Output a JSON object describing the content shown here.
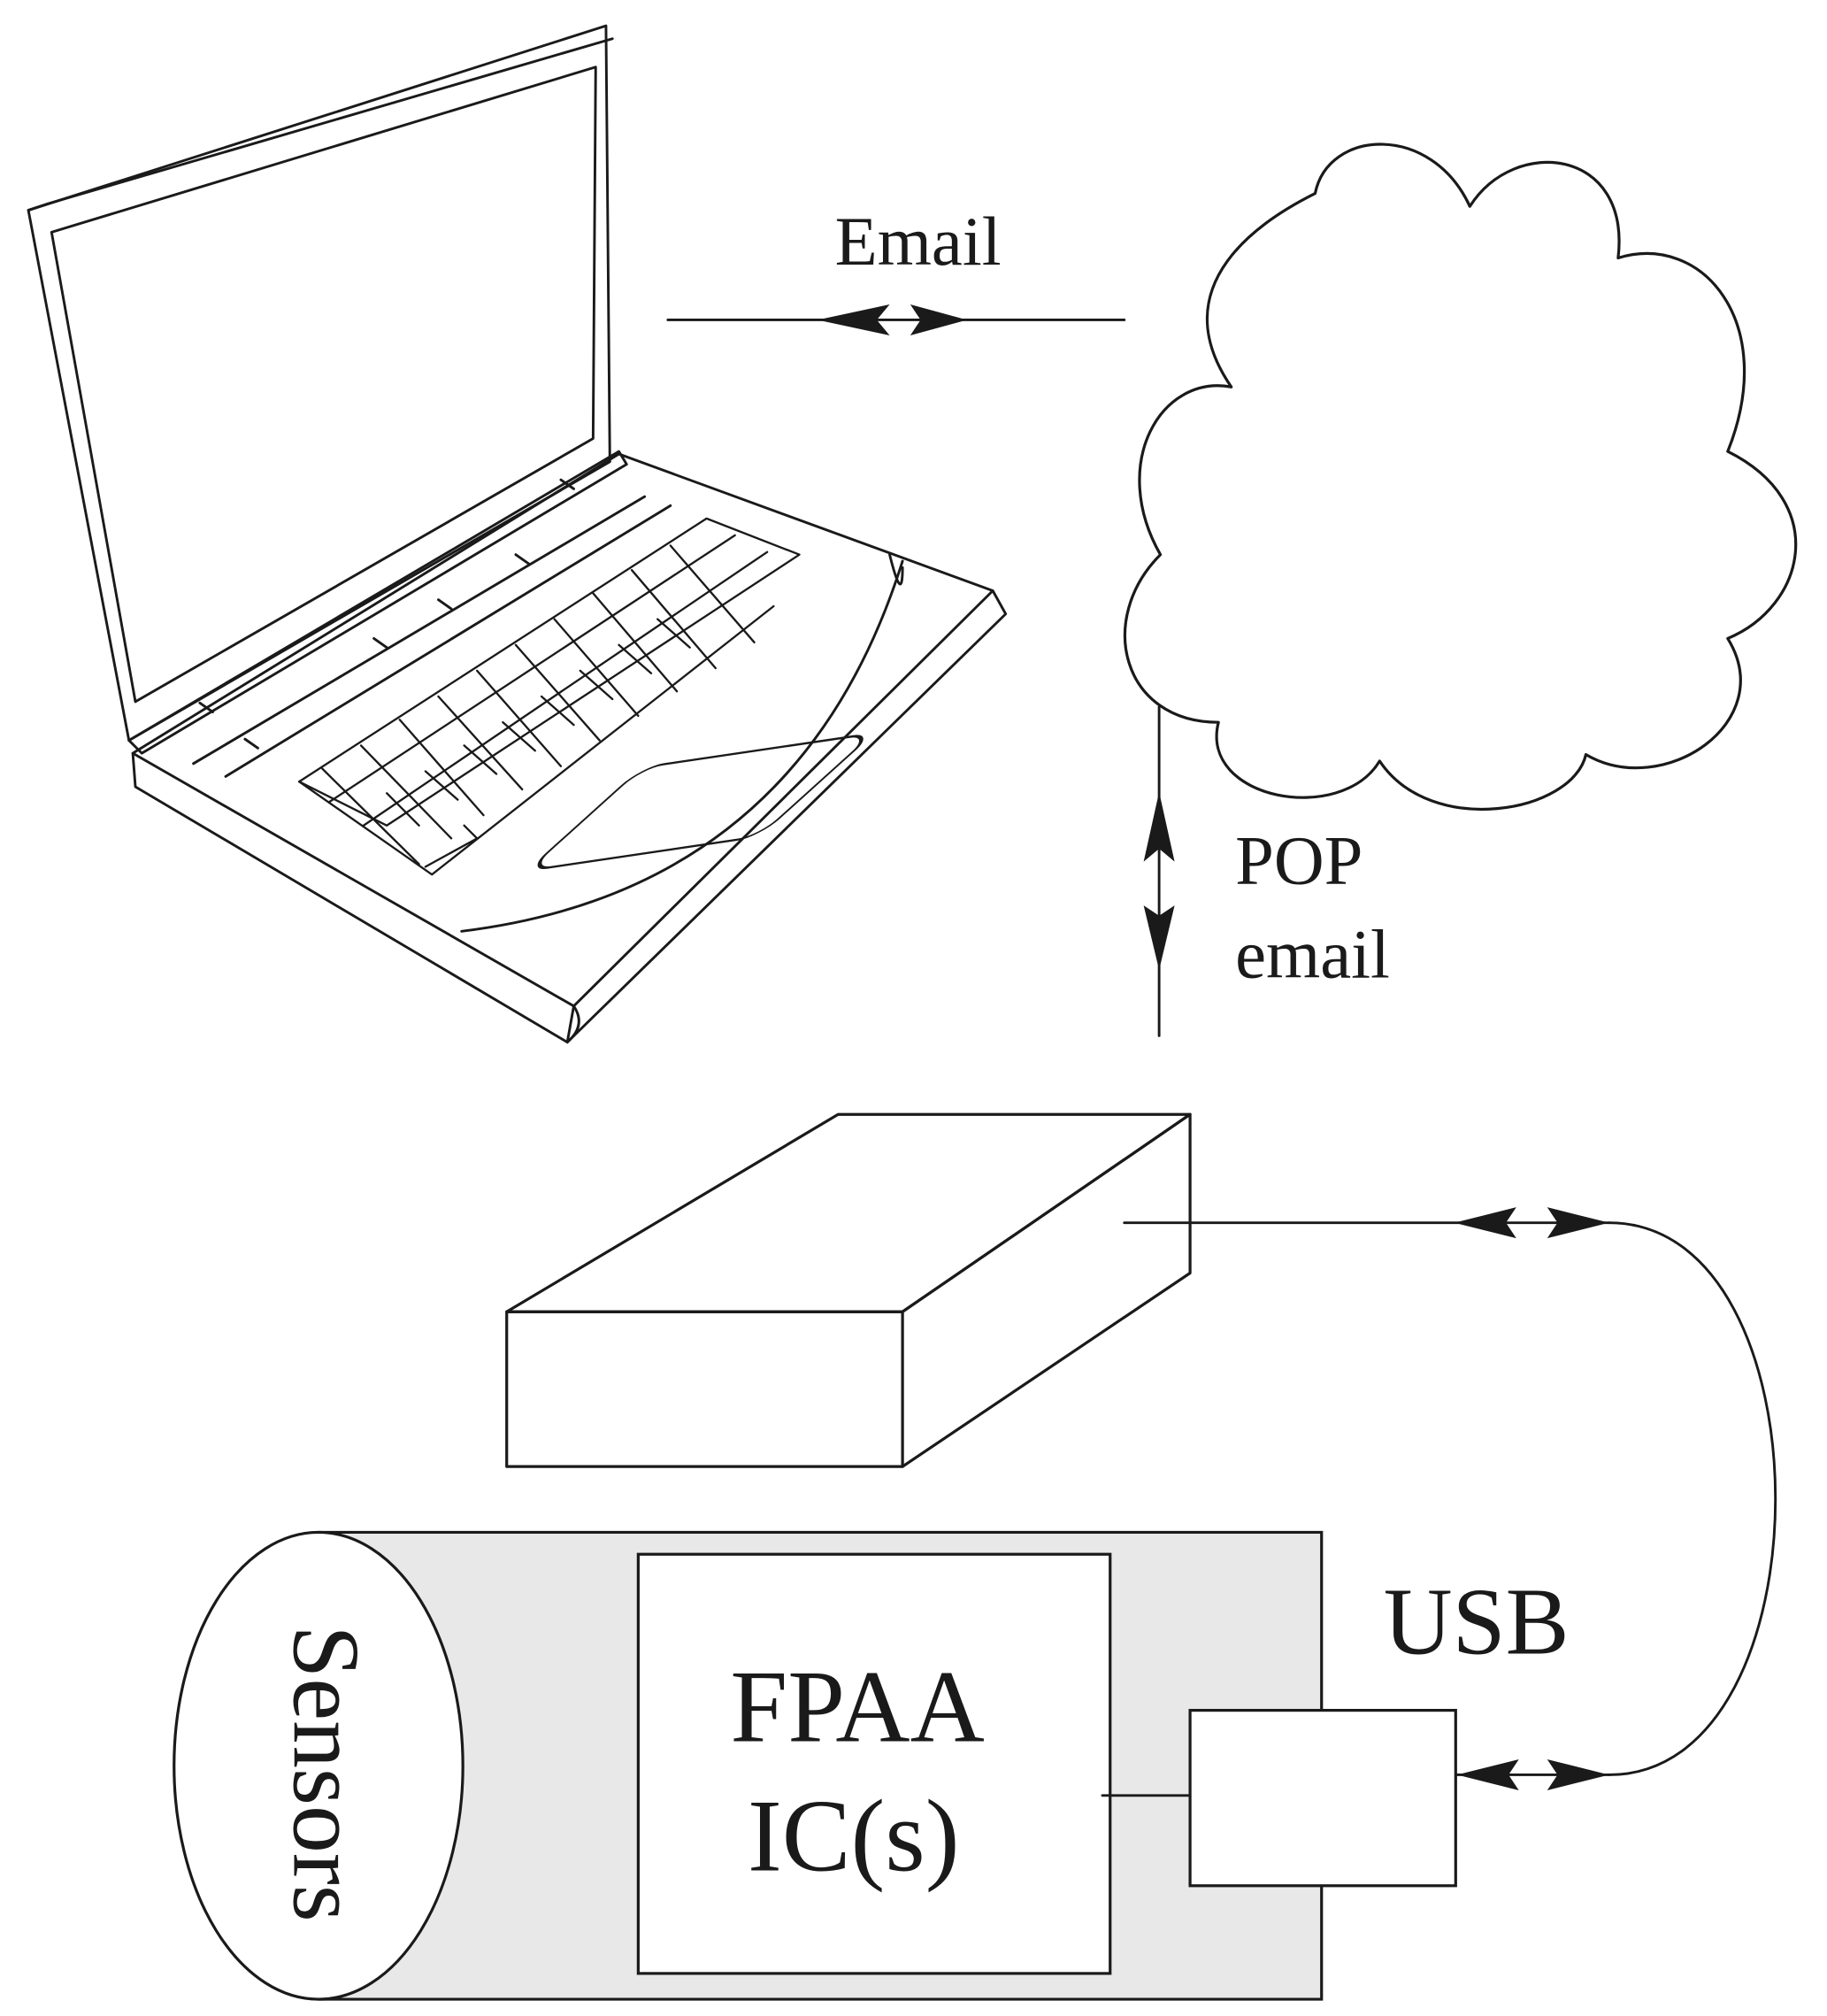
{
  "labels": {
    "email": "Email",
    "pop_line1": "POP",
    "pop_line2": "email",
    "usb": "USB",
    "fpaa_line1": "FPAA",
    "fpaa_line2": "IC(s)",
    "sensors": "Sensors"
  },
  "colors": {
    "ink": "#1a1a1a",
    "board_fill": "#e8e8e8",
    "background": "#ffffff"
  }
}
